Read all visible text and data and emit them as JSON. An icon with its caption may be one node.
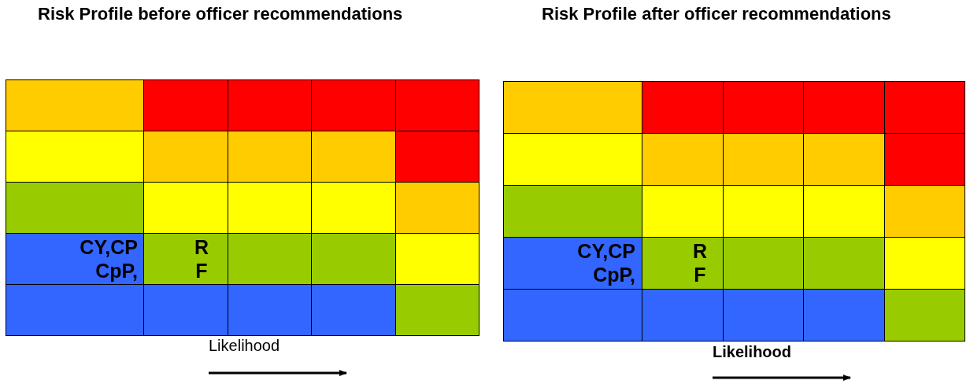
{
  "diagram": {
    "labels": [
      "Risk Profile before officer recommendations",
      "Risk Profile after officer recommendations",
      "CY,CP CpP,",
      "R F",
      "Likelihood",
      "CY,CP CpP,",
      "R F",
      "Likelihood"
    ]
  }
}
